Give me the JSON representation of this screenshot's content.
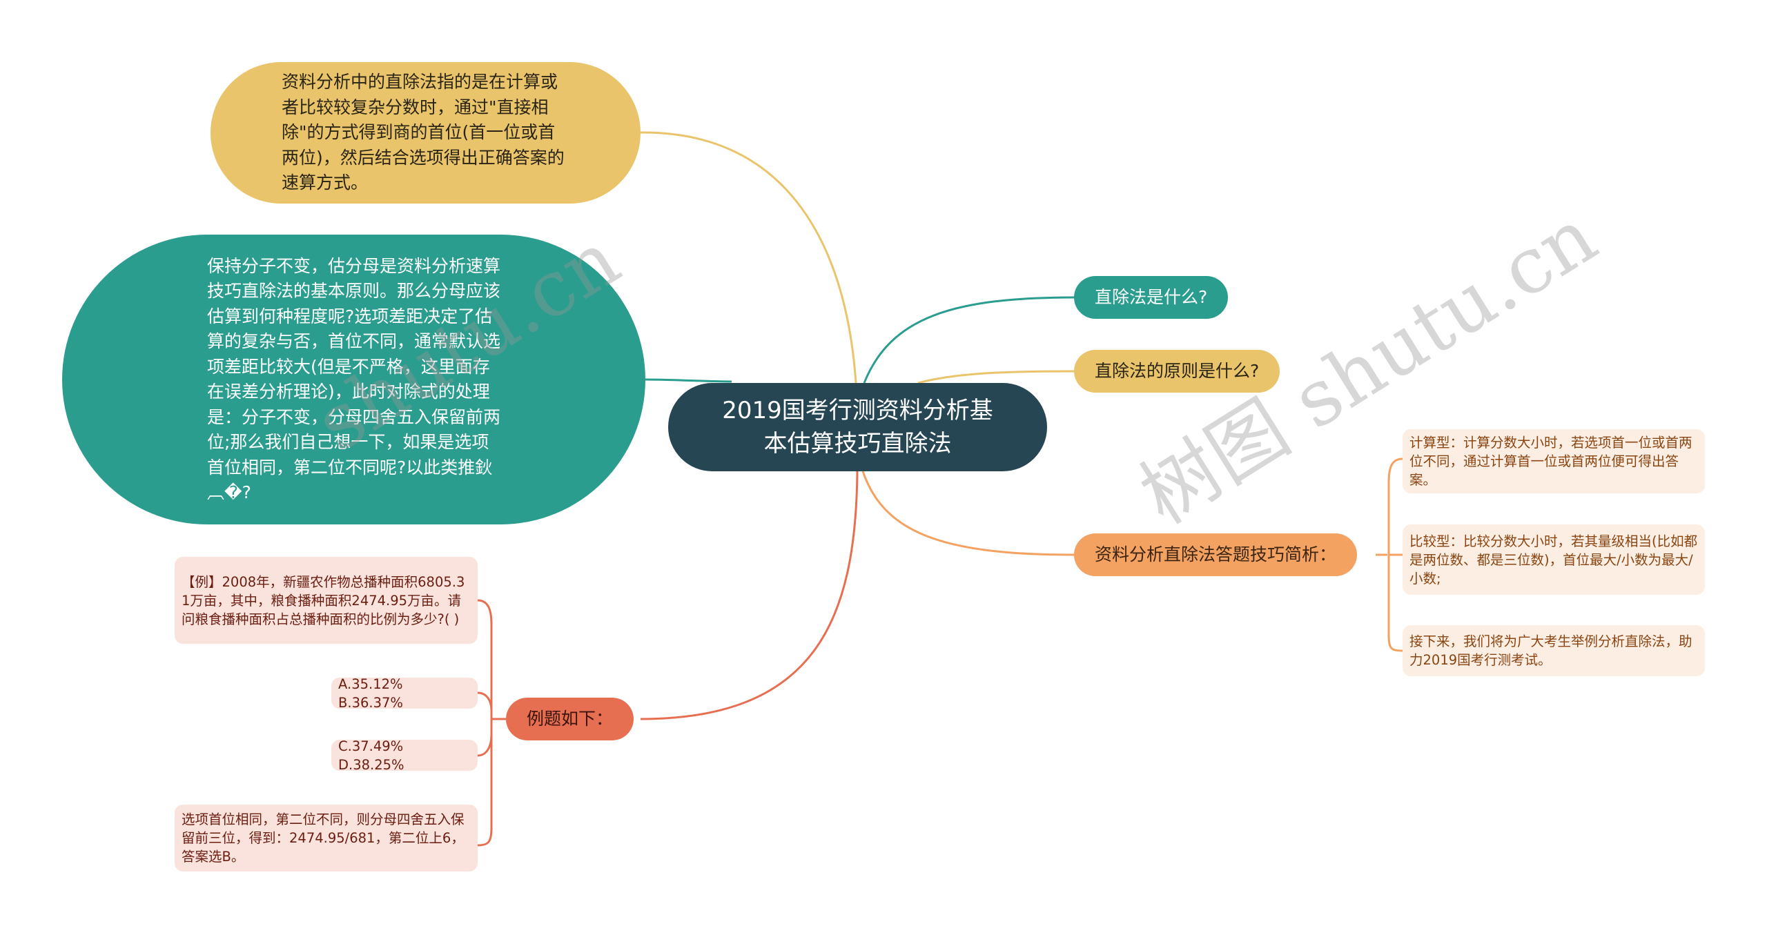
{
  "root": {
    "label": "2019国考行测资料分析基本估算技巧直除法",
    "line1": "2019国考行测资料分析基",
    "line2": "本估算技巧直除法"
  },
  "left_branches": {
    "definition_detail": {
      "text": "资料分析中的直除法指的是在计算或者比较较复杂分数时，通过\"直接相除\"的方式得到商的首位(首一位或首两位)，然后结合选项得出正确答案的速算方式。",
      "color": "#e9c46a"
    },
    "principle_detail": {
      "text": "保持分子不变，估分母是资料分析速算技巧直除法的基本原则。那么分母应该估算到何种程度呢?选项差距决定了估算的复杂与否，首位不同，通常默认选项差距比较大(但是不严格，这里面存在误差分析理论)，此时对除式的处理是：分子不变，分母四舍五入保留前两位;那么我们自己想一下，如果是选项首位相同，第二位不同呢?以此类推鈥︹�?",
      "color": "#2a9d8f"
    },
    "example": {
      "label": "例题如下：",
      "color": "#e76f51",
      "children": [
        "【例】2008年，新疆农作物总播种面积6805.31万亩，其中，粮食播种面积2474.95万亩。请问粮食播种面积占总播种面积的比例为多少?( )",
        "A.35.12% B.36.37%",
        "C.37.49% D.38.25%",
        "选项首位相同，第二位不同，则分母四舍五入保留前三位，得到：2474.95/681，第二位上6，答案选B。"
      ]
    }
  },
  "right_branches": {
    "what_is": {
      "label": "直除法是什么?",
      "color": "#2a9d8f"
    },
    "principle": {
      "label": "直除法的原则是什么?",
      "color": "#e9c46a"
    },
    "tips": {
      "label": "资料分析直除法答题技巧简析：",
      "color": "#f4a261",
      "children": [
        "计算型：计算分数大小时，若选项首一位或首两位不同，通过计算首一位或首两位便可得出答案。",
        "比较型：比较分数大小时，若其量级相当(比如都是两位数、都是三位数)，首位最大/小数为最大/小数;",
        "接下来，我们将为广大考生举例分析直除法，助力2019国考行测考试。"
      ]
    }
  },
  "watermarks": [
    "树图 shutu.cn",
    "shutu.cn"
  ],
  "colors": {
    "root": "#264653",
    "teal": "#2a9d8f",
    "gold": "#e9c46a",
    "orange": "#f4a261",
    "red": "#e76f51"
  }
}
